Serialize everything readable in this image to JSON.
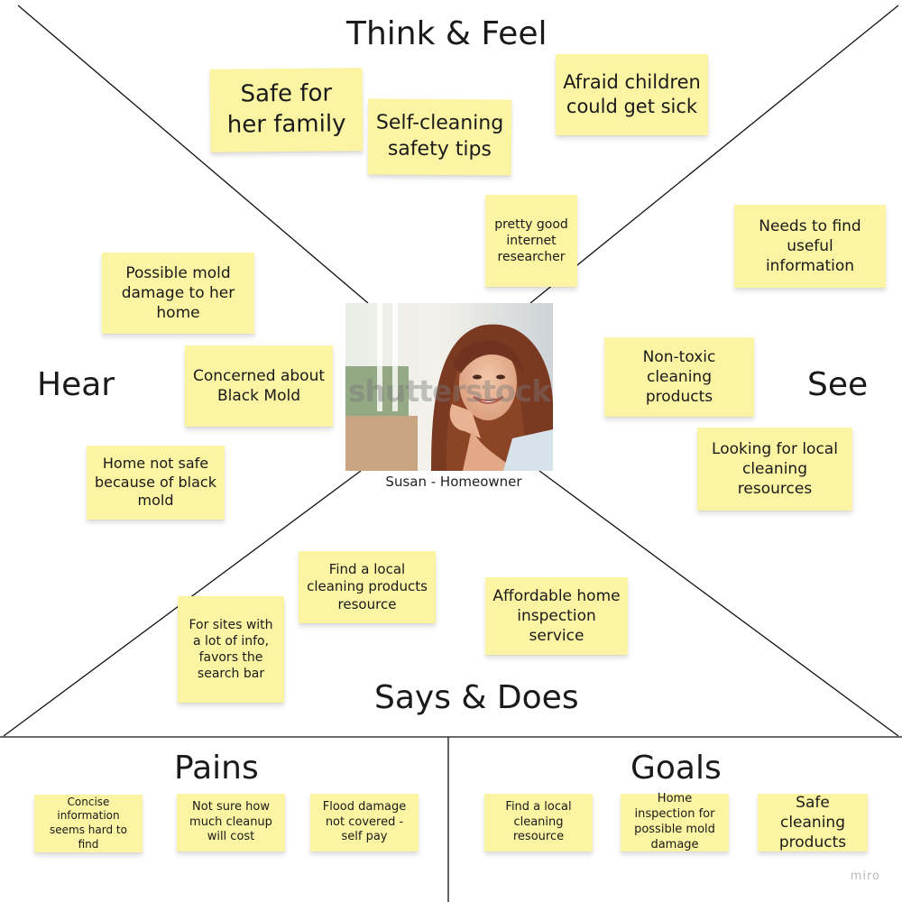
{
  "colors": {
    "note": "#fbf4a3",
    "line": "#111111",
    "background": "#ffffff"
  },
  "sections": {
    "think_feel": "Think & Feel",
    "hear": "Hear",
    "see": "See",
    "says_does": "Says & Does",
    "pains": "Pains",
    "goals": "Goals"
  },
  "persona": {
    "caption": "Susan - Homeowner",
    "watermark": "shutterstock"
  },
  "notes": {
    "think_feel": [
      "Safe for her family",
      "Self-cleaning safety tips",
      "Afraid children could get sick",
      "pretty good internet researcher"
    ],
    "hear": [
      "Possible mold damage to her home",
      "Concerned about Black Mold",
      "Home not safe because of black mold"
    ],
    "see": [
      "Needs to find useful information",
      "Non-toxic cleaning products",
      "Looking for local cleaning resources"
    ],
    "says_does": [
      "Find a local cleaning products resource",
      "For sites with a lot of info, favors the search bar",
      "Affordable home inspection service"
    ],
    "pains": [
      "Concise information seems hard to find",
      "Not sure how much cleanup will cost",
      "Flood damage not covered - self pay"
    ],
    "goals": [
      "Find a local cleaning resource",
      "Home inspection for possible mold damage",
      "Safe cleaning products"
    ]
  },
  "watermark_brand": "miro"
}
